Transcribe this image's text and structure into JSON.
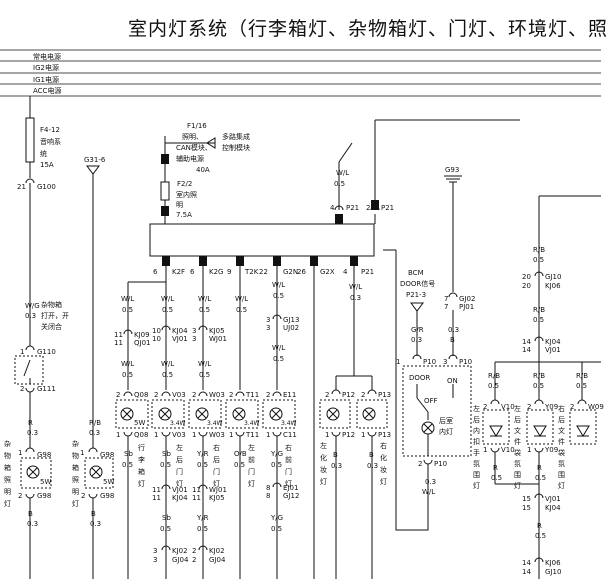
{
  "title": "室内灯系统（行李箱灯、杂物箱灯、门灯、环境灯、照",
  "buses": [
    "常电电源",
    "IG2电源",
    "IG1电源",
    "ACC电源"
  ],
  "left_fuse": {
    "id": "F4-12",
    "desc": [
      "音响系",
      "统"
    ],
    "amp": "15A",
    "gnd": "G100",
    "gnd_pin": "21"
  },
  "g31": "G31-6",
  "f1": {
    "id": "F1/16",
    "desc": [
      "照明、",
      "CAN模块、",
      "辅助电源"
    ],
    "amp": "40A",
    "arrow": [
      "多路集成",
      "控制模块"
    ]
  },
  "f2": {
    "id": "F2/2",
    "desc": [
      "室内照",
      "明"
    ],
    "amp": "7.5A"
  },
  "p21_pins": [
    "4",
    "2"
  ],
  "p21": "P21",
  "box_pins": [
    {
      "pin": "6",
      "conn": "K2F"
    },
    {
      "pin": "6",
      "conn": "K2G"
    },
    {
      "pin": "9",
      "conn": "T2K"
    },
    {
      "pin": "22",
      "conn": "G2N"
    },
    {
      "pin": "26",
      "conn": "G2X"
    },
    {
      "pin": "4",
      "conn": "P21"
    }
  ],
  "wl05": "W/L",
  "g93": "G93",
  "bcm": [
    "BCM",
    "DOOR信号",
    "P21-3"
  ],
  "gj02": {
    "pin": "7",
    "conn": "GJ02",
    "pin2": "7",
    "conn2": "PJ01"
  },
  "lamps": {
    "trunk": [
      "杂",
      "物",
      "箱",
      "照",
      "明",
      "灯"
    ],
    "glove": [
      "杂",
      "物",
      "箱",
      "照",
      "明",
      "灯"
    ],
    "rear_lamp": [
      "行",
      "李",
      "箱",
      "灯"
    ],
    "lf_door": [
      "左",
      "后",
      "门",
      "灯"
    ],
    "rf_door": [
      "右",
      "后",
      "门",
      "灯"
    ],
    "lf_front": [
      "左",
      "前",
      "门",
      "灯"
    ],
    "rf_front": [
      "右",
      "前",
      "门",
      "灯"
    ],
    "left_make": [
      "左",
      "化",
      "妆",
      "灯"
    ],
    "right_make": [
      "右",
      "化",
      "妆",
      "灯"
    ],
    "dome": [
      "后室",
      "内灯"
    ],
    "left_amb": [
      "左",
      "后",
      "内",
      "扣",
      "手",
      "氛",
      "围",
      "灯"
    ],
    "lr_amb": [
      "左",
      "后",
      "文",
      "件",
      "袋",
      "氛",
      "围",
      "灯"
    ],
    "rr_amb": [
      "右",
      "后",
      "文",
      "件",
      "袋",
      "氛",
      "围",
      "灯"
    ]
  },
  "switch_label": [
    "杂物箱",
    "打开，开",
    "关闭合"
  ],
  "connectors": {
    "g110": "G110",
    "g111": "G111",
    "g98": "G98",
    "q08": "Q08",
    "v03": "V03",
    "w03": "W03",
    "t11": "T11",
    "e11": "E11",
    "c11": "C11",
    "p12": "P12",
    "p13": "P13",
    "p10": "P10",
    "v10": "V10",
    "y09": "Y09",
    "w09": "W09",
    "kj09": "KJ09",
    "qj01": "QJ01",
    "kj04": "KJ04",
    "vj01": "VJ01",
    "kj05": "KJ05",
    "wj01": "WJ01",
    "gj13": "GJ13",
    "uj02": "UJ02",
    "ej01": "EJ01",
    "gj12": "GJ12",
    "gj10": "GJ10",
    "kj06": "KJ06",
    "gj04": "GJ04",
    "kj02": "KJ02"
  },
  "colors": {
    "wl": "W/L",
    "wg": "W/G",
    "sb": "Sb",
    "yr": "Y/R",
    "ob": "O/B",
    "yg": "Y/G",
    "rb": "R/B",
    "r": "R",
    "b": "B",
    "gr": "G/R"
  },
  "gauges": {
    "g03": "0.3",
    "g05": "0.5"
  },
  "pins": {
    "p1": "1",
    "p2": "2",
    "p3": "3",
    "p4": "4",
    "p7": "7",
    "p8": "8",
    "p10": "10",
    "p11": "11",
    "p14": "14",
    "p15": "15",
    "p20": "20",
    "p21": "21"
  },
  "lamp_w": {
    "w5": "5W",
    "w34": "3.4W"
  },
  "dome_states": {
    "door": "DOOR",
    "on": "ON",
    "off": "OFF"
  }
}
